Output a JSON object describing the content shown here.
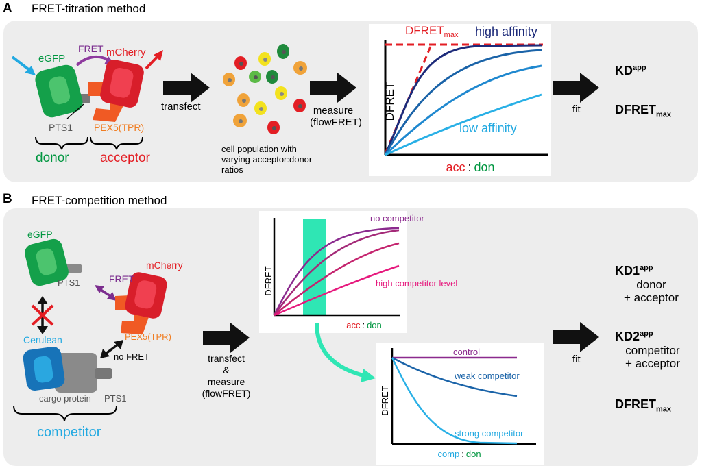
{
  "panel_a": {
    "letter": "A",
    "title": "FRET-titration method",
    "egfp": "eGFP",
    "fret": "FRET",
    "mcherry": "mCherry",
    "pts1": "PTS1",
    "pex5": "PEX5(TPR)",
    "donor": "donor",
    "acceptor": "acceptor",
    "transfect": "transfect",
    "cells_caption": [
      "cell population with",
      "varying acceptor:donor",
      "ratios"
    ],
    "measure": "measure",
    "flowfret": "(flowFRET)",
    "chart": {
      "ylabel": "DFRET",
      "dfret_max": "DFRET",
      "dfret_max_sub": "max",
      "high_affinity": "high affinity",
      "low_affinity": "low affinity",
      "x_acc": "acc",
      "x_sep": ":",
      "x_don": "don"
    },
    "fit": "fit",
    "kd": "KD",
    "kd_sup": "app",
    "dfret_out": "DFRET",
    "dfret_out_sub": "max"
  },
  "panel_b": {
    "letter": "B",
    "title": "FRET-competition method",
    "egfp": "eGFP",
    "pts1_top": "PTS1",
    "fret": "FRET",
    "mcherry": "mCherry",
    "cerulean": "Cerulean",
    "pex5": "PEX5(TPR)",
    "no_fret": "no FRET",
    "cargo": "cargo protein",
    "pts1_bottom": "PTS1",
    "competitor": "competitor",
    "transfect_lines": [
      "transfect",
      "&",
      "measure",
      "(flowFRET)"
    ],
    "chart1": {
      "ylabel": "DFRET",
      "no_competitor": "no competitor",
      "high_competitor": "high competitor level",
      "x_acc": "acc",
      "x_sep": ":",
      "x_don": "don"
    },
    "chart2": {
      "ylabel": "DFRET",
      "control": "control",
      "weak": "weak competitor",
      "strong": "strong competitor",
      "x_comp": "comp",
      "x_sep": ":",
      "x_don": "don"
    },
    "fit": "fit",
    "kd1": "KD1",
    "kd1_sup": "app",
    "kd1_desc": [
      "donor",
      "+ acceptor"
    ],
    "kd2": "KD2",
    "kd2_sup": "app",
    "kd2_desc": [
      "competitor",
      "+ acceptor"
    ],
    "dfret_out": "DFRET",
    "dfret_out_sub": "max"
  },
  "colors": {
    "red": "#e31e24",
    "green": "#009640",
    "purple": "#7b2d8e",
    "navy": "#1d2b7a",
    "blue": "#1a73b5",
    "lightblue": "#22a9e1",
    "orange": "#f07d22",
    "magenta": "#e6197d",
    "turquoise": "#2fe6b4"
  }
}
